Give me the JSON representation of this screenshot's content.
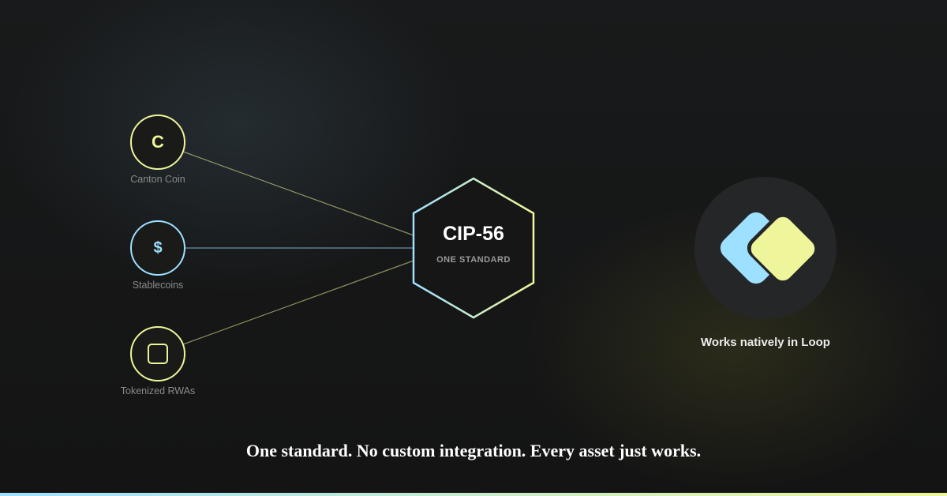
{
  "colors": {
    "yellow": "#eef59a",
    "blue": "#9ee0ff",
    "node_fill": "#1a1b19",
    "logo_circle": "#252627"
  },
  "assets": [
    {
      "label": "Canton Coin",
      "glyph": "C",
      "icon": "c-letter-icon",
      "color": "#eef59a"
    },
    {
      "label": "Stablecoins",
      "glyph": "$",
      "icon": "dollar-icon",
      "color": "#9ee0ff"
    },
    {
      "label": "Tokenized RWAs",
      "glyph": "",
      "icon": "square-icon",
      "color": "#eef59a"
    }
  ],
  "hub": {
    "title": "CIP-56",
    "subtitle": "ONE STANDARD"
  },
  "loop": {
    "icon": "loop-logo-icon",
    "caption": "Works natively in Loop"
  },
  "tagline": "One standard. No custom integration. Every asset just works."
}
